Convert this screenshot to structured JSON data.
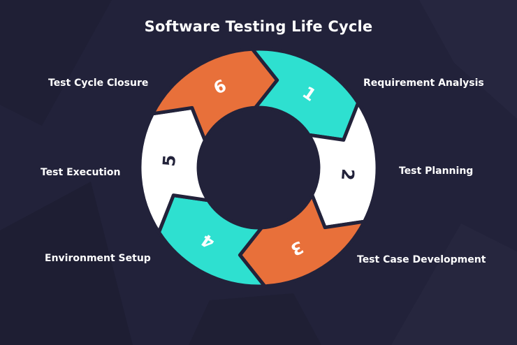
{
  "title": "Software Testing Life Cycle",
  "colors": {
    "background": "#22223a",
    "teal": "#2ee0d0",
    "orange": "#e8703a",
    "white": "#ffffff",
    "outline": "#22223a"
  },
  "stages": [
    {
      "number": "1",
      "label": "Requirement Analysis",
      "color": "teal"
    },
    {
      "number": "2",
      "label": "Test Planning",
      "color": "white"
    },
    {
      "number": "3",
      "label": "Test Case Development",
      "color": "orange"
    },
    {
      "number": "4",
      "label": "Environment Setup",
      "color": "teal"
    },
    {
      "number": "5",
      "label": "Test Execution",
      "color": "white"
    },
    {
      "number": "6",
      "label": "Test Cycle Closure",
      "color": "orange"
    }
  ]
}
